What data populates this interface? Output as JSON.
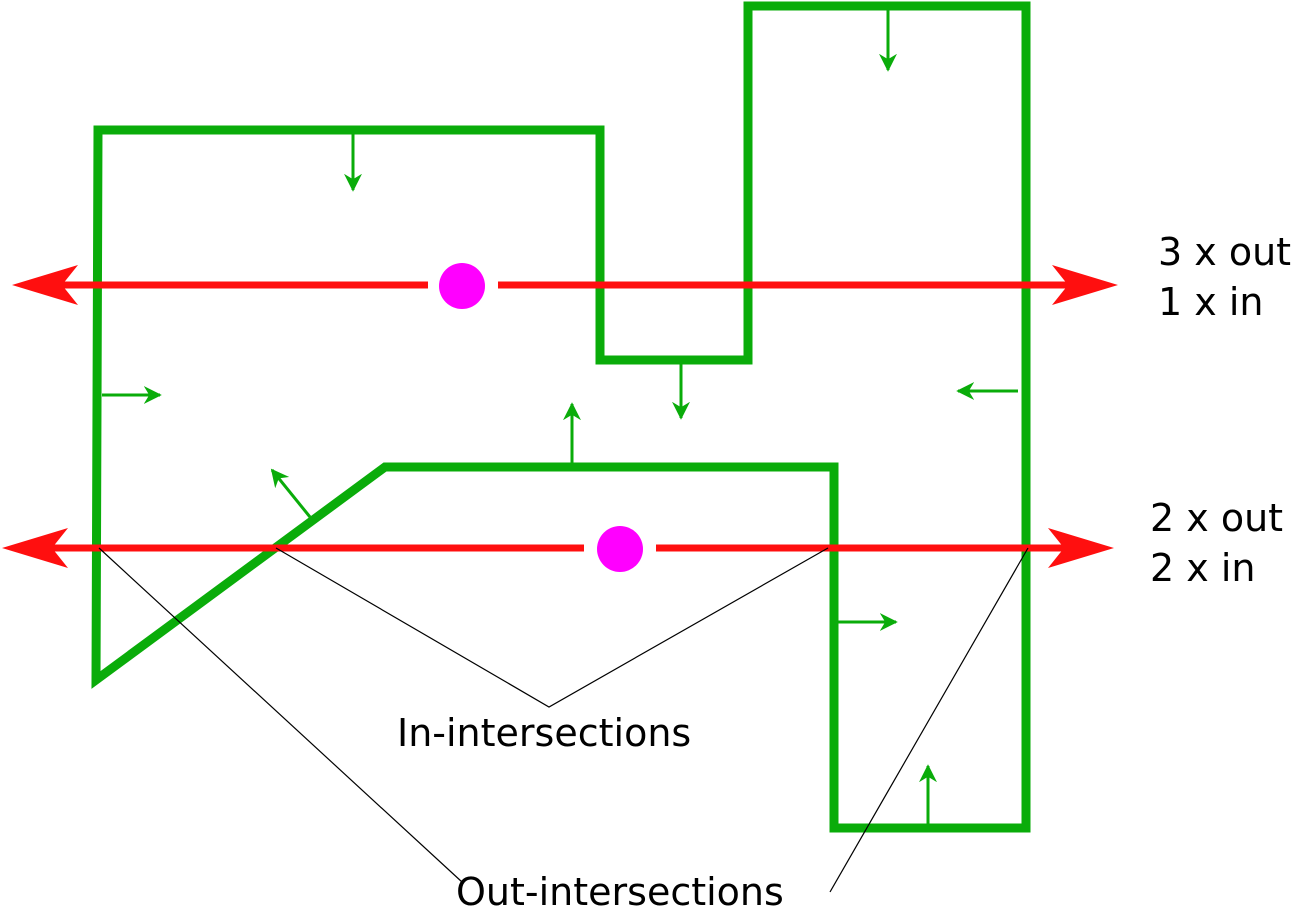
{
  "colors": {
    "polygon": "#0aac0a",
    "ray": "#ff0f0f",
    "point": "#ff00ff",
    "leader": "#000000",
    "text": "#000000"
  },
  "ray_top": {
    "count_line_1": "3 x out",
    "count_line_2": "1 x in"
  },
  "ray_bottom": {
    "count_line_1": "2 x out",
    "count_line_2": "2 x in"
  },
  "labels": {
    "in_intersections": "In-intersections",
    "out_intersections": "Out-intersections"
  }
}
